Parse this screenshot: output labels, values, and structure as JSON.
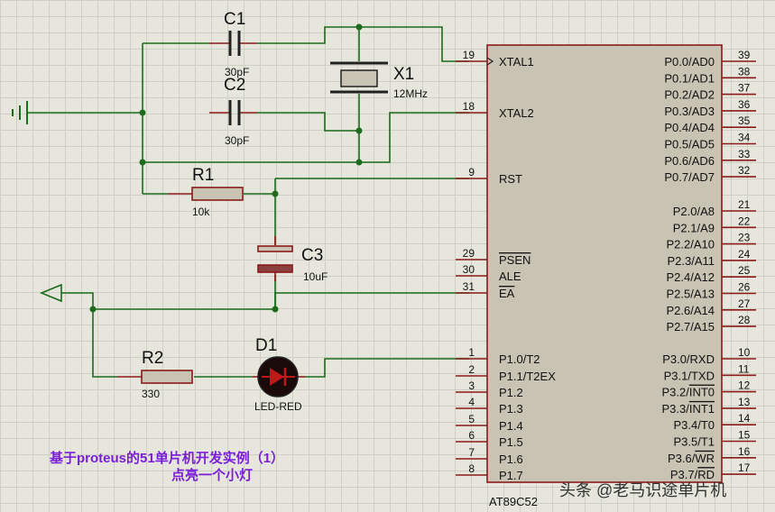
{
  "components": {
    "c1": {
      "ref": "C1",
      "value": "30pF"
    },
    "c2": {
      "ref": "C2",
      "value": "30pF"
    },
    "x1": {
      "ref": "X1",
      "value": "12MHz"
    },
    "r1": {
      "ref": "R1",
      "value": "10k"
    },
    "c3": {
      "ref": "C3",
      "value": "10uF"
    },
    "r2": {
      "ref": "R2",
      "value": "330"
    },
    "d1": {
      "ref": "D1",
      "value": "LED-RED"
    }
  },
  "chip": {
    "name": "AT89C52",
    "left_pins": [
      {
        "num": "19",
        "name": "XTAL1"
      },
      {
        "num": "18",
        "name": "XTAL2"
      },
      {
        "num": "9",
        "name": "RST"
      },
      {
        "num": "29",
        "name": "PSEN",
        "overline": "PSEN",
        "suffix": ""
      },
      {
        "num": "30",
        "name": "ALE"
      },
      {
        "num": "31",
        "name": "EA",
        "overline": "EA",
        "suffix": ""
      },
      {
        "num": "1",
        "name": "P1.0/T2"
      },
      {
        "num": "2",
        "name": "P1.1/T2EX"
      },
      {
        "num": "3",
        "name": "P1.2"
      },
      {
        "num": "4",
        "name": "P1.3"
      },
      {
        "num": "5",
        "name": "P1.4"
      },
      {
        "num": "6",
        "name": "P1.5"
      },
      {
        "num": "7",
        "name": "P1.6"
      },
      {
        "num": "8",
        "name": "P1.7"
      }
    ],
    "right_pins": [
      {
        "num": "39",
        "name": "P0.0/AD0"
      },
      {
        "num": "38",
        "name": "P0.1/AD1"
      },
      {
        "num": "37",
        "name": "P0.2/AD2"
      },
      {
        "num": "36",
        "name": "P0.3/AD3"
      },
      {
        "num": "35",
        "name": "P0.4/AD4"
      },
      {
        "num": "34",
        "name": "P0.5/AD5"
      },
      {
        "num": "33",
        "name": "P0.6/AD6"
      },
      {
        "num": "32",
        "name": "P0.7/AD7"
      },
      {
        "num": "21",
        "name": "P2.0/A8"
      },
      {
        "num": "22",
        "name": "P2.1/A9"
      },
      {
        "num": "23",
        "name": "P2.2/A10"
      },
      {
        "num": "24",
        "name": "P2.3/A11"
      },
      {
        "num": "25",
        "name": "P2.4/A12"
      },
      {
        "num": "26",
        "name": "P2.5/A13"
      },
      {
        "num": "27",
        "name": "P2.6/A14"
      },
      {
        "num": "28",
        "name": "P2.7/A15"
      },
      {
        "num": "10",
        "name": "P3.0/RXD"
      },
      {
        "num": "11",
        "name": "P3.1/TXD"
      },
      {
        "num": "12",
        "name": "P3.2/INT0",
        "prefix": "P3.2/",
        "overline": "INT0"
      },
      {
        "num": "13",
        "name": "P3.3/INT1",
        "prefix": "P3.3/",
        "overline": "INT1"
      },
      {
        "num": "14",
        "name": "P3.4/T0"
      },
      {
        "num": "15",
        "name": "P3.5/T1"
      },
      {
        "num": "16",
        "name": "P3.6/WR",
        "prefix": "P3.6/",
        "overline": "WR"
      },
      {
        "num": "17",
        "name": "P3.7/RD",
        "prefix": "P3.7/",
        "overline": "RD"
      }
    ]
  },
  "caption": {
    "line1": "基于proteus的51单片机开发实例（1）",
    "line2": "点亮一个小灯"
  },
  "watermark": "头条 @老马识途单片机",
  "colors": {
    "background": "#e6e6dc",
    "wire": "#1d6b1d",
    "pin": "#8b1a1a",
    "chip_body": "#c8c3b2",
    "caption": "#7a1fd6",
    "led": "#c01818"
  }
}
